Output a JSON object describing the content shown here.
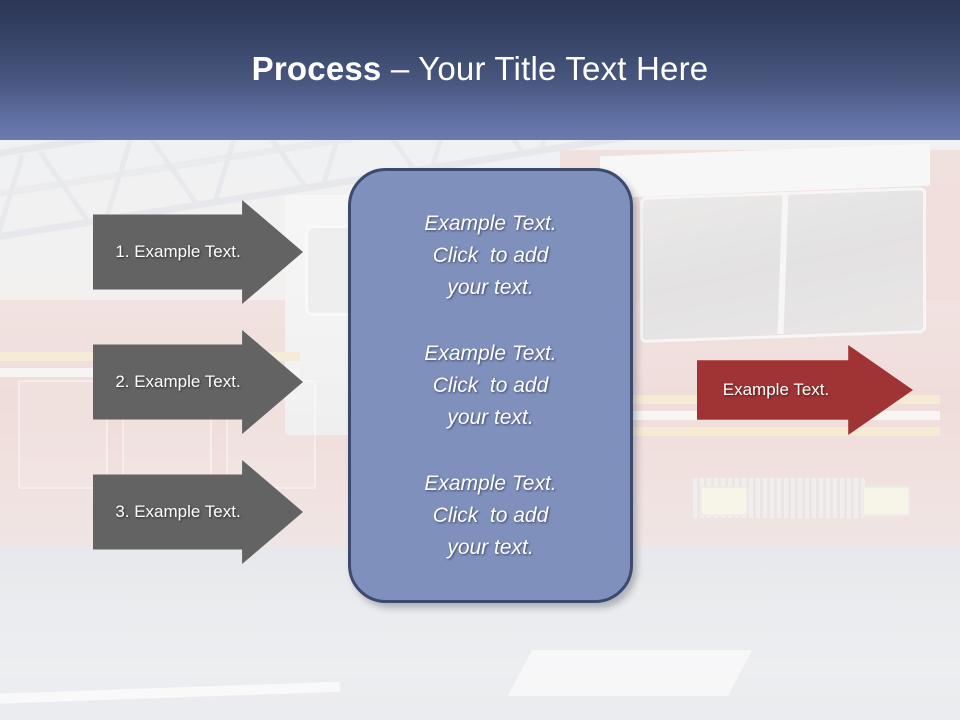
{
  "slide": {
    "header": {
      "title_strong": "Process",
      "title_rest": " – Your Title Text Here",
      "background_top_color": "#2b3654",
      "background_bottom_color": "#6a7aac"
    },
    "background": {
      "description": "faded photograph of fire trucks with aerial ladder on a city street"
    },
    "steps": [
      {
        "label": "1. Example Text."
      },
      {
        "label": "2. Example Text."
      },
      {
        "label": "3. Example Text."
      }
    ],
    "step_style": {
      "fill_color": "#636363",
      "outline_color": "#1e1e1e",
      "text_color": "#ffffff"
    },
    "panel": {
      "fill_color": "#8090bd",
      "border_color": "#3c4a70",
      "blocks": [
        {
          "line1": "Example Text.",
          "line2": "Click  to add",
          "line3": "your text."
        },
        {
          "line1": "Example Text.",
          "line2": "Click  to add",
          "line3": "your text."
        },
        {
          "line1": "Example Text.",
          "line2": "Click  to add",
          "line3": "your text."
        }
      ]
    },
    "result": {
      "label": "Example Text.",
      "fill_color": "#a03434",
      "outline_color": "#1a1010",
      "text_color": "#ffffff"
    }
  }
}
